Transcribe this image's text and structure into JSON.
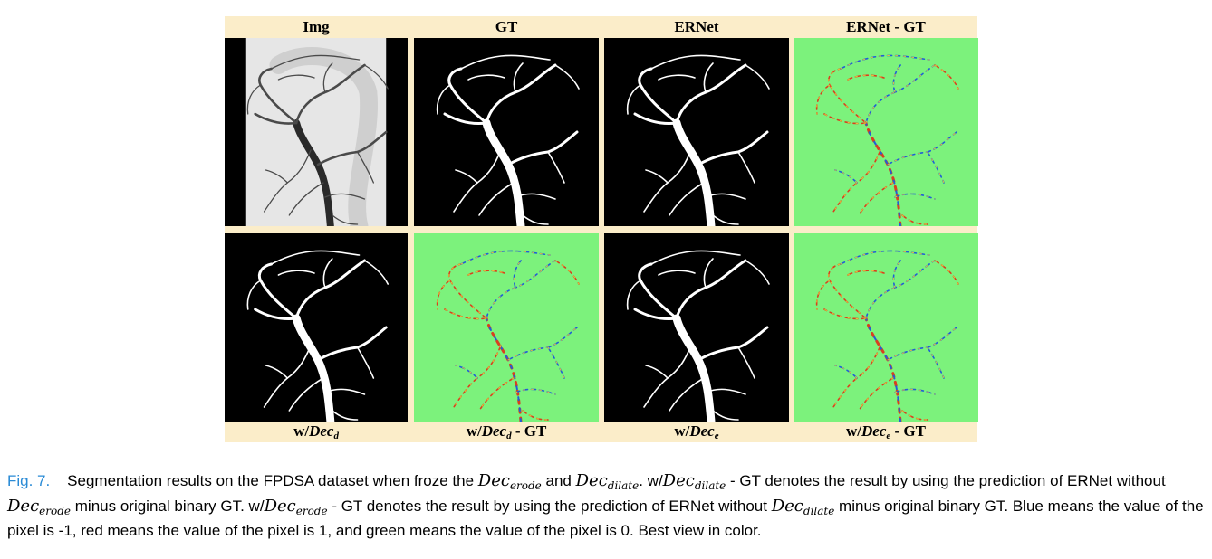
{
  "figure": {
    "columns": [
      "Img",
      "GT",
      "ERNet",
      "ERNet - GT"
    ],
    "row_labels": [
      {
        "prefix": "w/",
        "base": "Dec",
        "sub": "d",
        "suffix": ""
      },
      {
        "prefix": "w/",
        "base": "Dec",
        "sub": "d",
        "suffix": " - GT"
      },
      {
        "prefix": "w/",
        "base": "Dec",
        "sub": "e",
        "suffix": ""
      },
      {
        "prefix": "w/",
        "base": "Dec",
        "sub": "e",
        "suffix": " - GT"
      }
    ],
    "panels": [
      {
        "row": 0,
        "col": 0,
        "kind": "angiogram"
      },
      {
        "row": 0,
        "col": 1,
        "kind": "binary"
      },
      {
        "row": 0,
        "col": 2,
        "kind": "binary"
      },
      {
        "row": 0,
        "col": 3,
        "kind": "difference"
      },
      {
        "row": 1,
        "col": 0,
        "kind": "binary"
      },
      {
        "row": 1,
        "col": 1,
        "kind": "difference"
      },
      {
        "row": 1,
        "col": 2,
        "kind": "binary"
      },
      {
        "row": 1,
        "col": 3,
        "kind": "difference"
      }
    ],
    "colors": {
      "label_bg": "#fbedc9",
      "diff_bg": "#7cf27c",
      "binary_bg": "#000000",
      "vessel": "#ffffff",
      "neg": "#1f5fd6",
      "pos": "#d8401f",
      "fig_label": "#2a8bd6"
    }
  },
  "caption": {
    "fig_label": "Fig. 7.",
    "t1": "Segmentation results on the FPDSA dataset when froze the ",
    "m1_base": "Dec",
    "m1_sub": "erode",
    "t2": " and ",
    "m2_base": "Dec",
    "m2_sub": "dilate",
    "t3": ". w/",
    "m3_base": "Dec",
    "m3_sub": "dilate",
    "t4": " - GT denotes the result by using the prediction of ERNet without ",
    "m4_base": "Dec",
    "m4_sub": "erode",
    "t5": " minus original binary GT. w/",
    "m5_base": "Dec",
    "m5_sub": "erode",
    "t6": " - GT denotes the result by using the prediction of ERNet without ",
    "m6_base": "Dec",
    "m6_sub": "dilate",
    "t7": " minus original binary GT. Blue means the value of the pixel is -1, red means the value of the pixel is 1, and green means the value of the pixel is 0. Best view in color."
  }
}
